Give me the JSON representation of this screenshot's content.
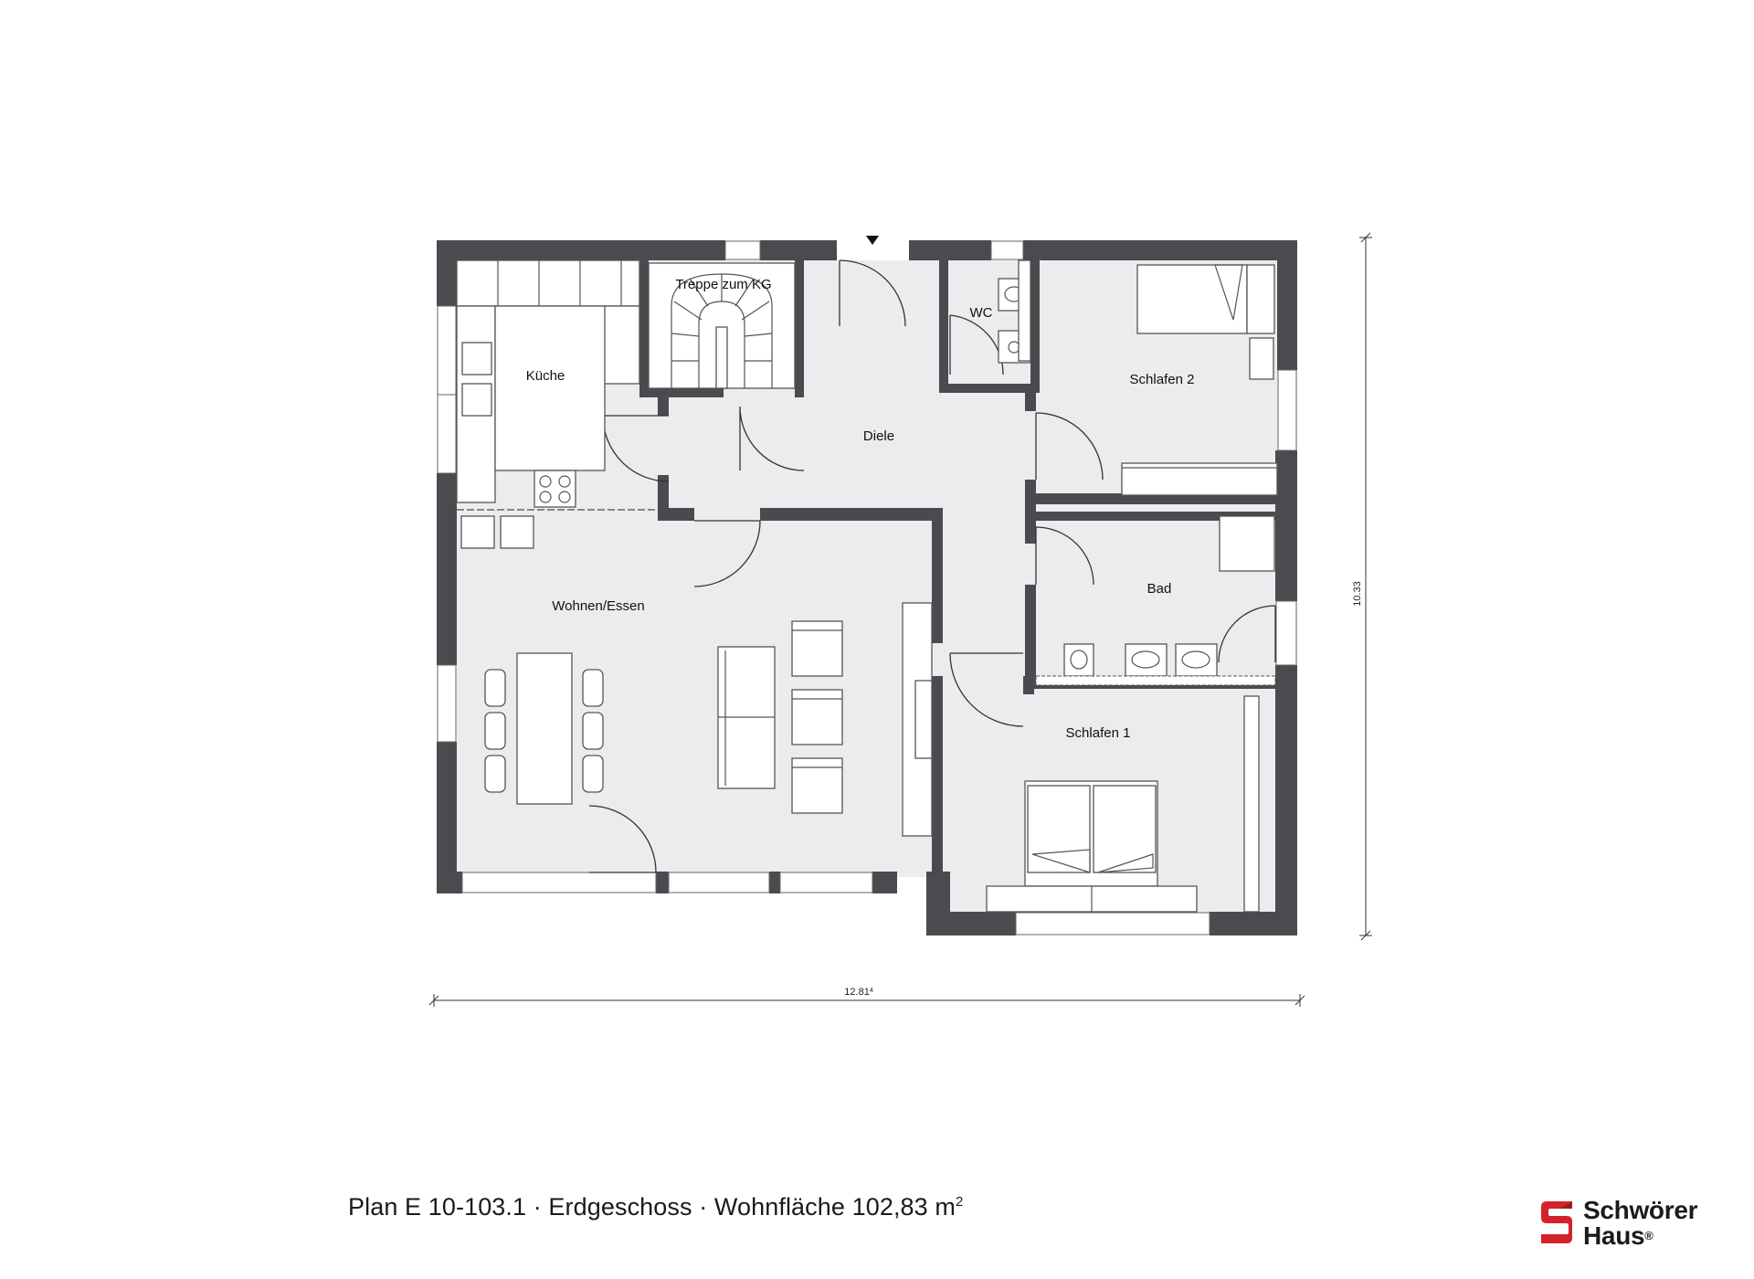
{
  "plan": {
    "rooms": {
      "kueche": "Küche",
      "treppe": "Treppe zum KG",
      "wc": "WC",
      "schlafen2": "Schlafen 2",
      "diele": "Diele",
      "bad": "Bad",
      "wohnen": "Wohnen/Essen",
      "schlafen1": "Schlafen 1"
    },
    "dimensions": {
      "width": "12.81",
      "width_sup": "4",
      "height": "10.33"
    }
  },
  "caption": {
    "text": "Plan E 10-103.1 · Erdgeschoss · Wohnfläche 102,83 m",
    "sup": "2"
  },
  "logo": {
    "line1": "Schwörer",
    "line2": "Haus",
    "reg": "®"
  },
  "colors": {
    "wall": "#4a4a4f",
    "floor": "#ececef",
    "logo_red": "#d2232a"
  }
}
